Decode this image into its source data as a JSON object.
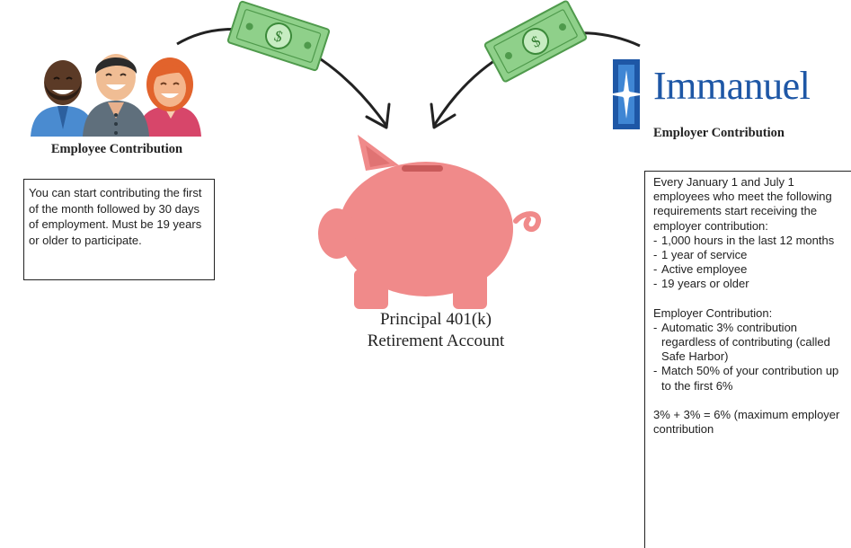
{
  "employee": {
    "caption": "Employee Contribution",
    "description": "You can start contributing the first of the month followed by 30 days of employment. Must be 19 years or older to participate."
  },
  "employer": {
    "logo_text": "Immanuel",
    "caption": "Employer Contribution",
    "eligibility_intro": "Every January 1 and July 1 employees who meet the following requirements start receiving the employer contribution:",
    "requirements": [
      "1,000 hours in the last 12 months",
      "1 year of service",
      "Active employee",
      "19 years or older"
    ],
    "contribution_heading": "Employer Contribution:",
    "contributions": [
      "Automatic 3% contribution regardless of contributing (called Safe Harbor)",
      "Match 50% of your contribution up to the first 6%"
    ],
    "total_line": "3% + 3% = 6% (maximum employer contribution"
  },
  "account": {
    "line1": "Principal 401(k)",
    "line2": "Retirement Account"
  },
  "colors": {
    "brand_blue": "#1e57a6",
    "piggy_pink": "#f08a8a",
    "money_green": "#7fc27a"
  },
  "icons": {
    "people": "people-group-icon",
    "logo": "immanuel-logo-icon",
    "piggy": "piggy-bank-icon",
    "bill": "dollar-bill-icon"
  }
}
